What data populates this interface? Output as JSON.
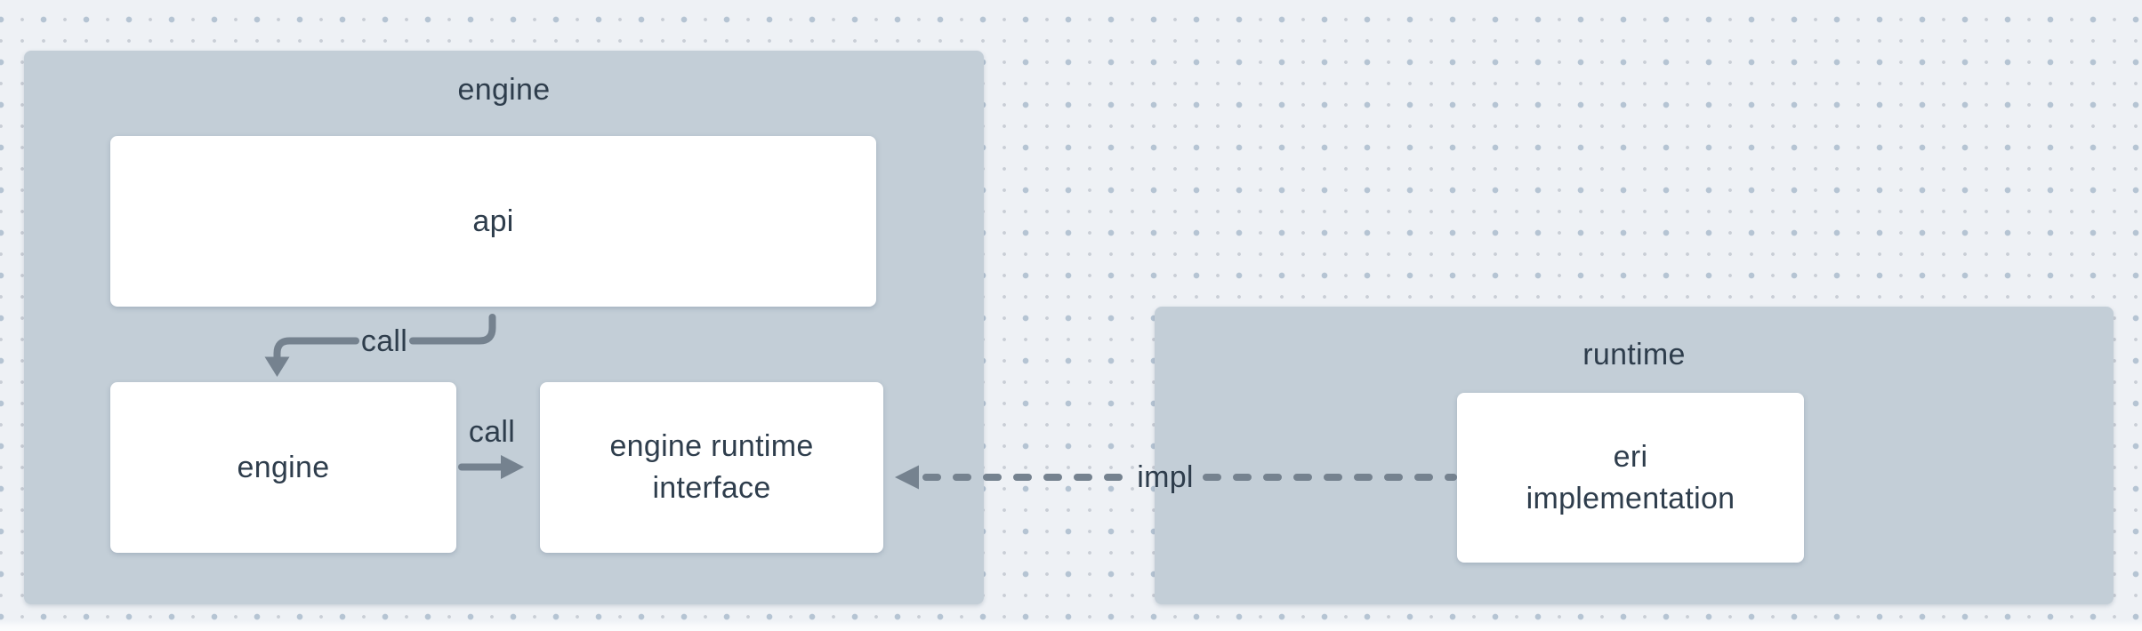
{
  "diagram": {
    "groups": [
      {
        "id": "engine",
        "title": "engine"
      },
      {
        "id": "runtime",
        "title": "runtime"
      }
    ],
    "nodes": [
      {
        "id": "api",
        "label": [
          "api"
        ]
      },
      {
        "id": "engine",
        "label": [
          "engine"
        ]
      },
      {
        "id": "engine-runtime-interface",
        "label": [
          "engine runtime",
          "interface"
        ]
      },
      {
        "id": "eri-implementation",
        "label": [
          "eri",
          "implementation"
        ]
      }
    ],
    "edges": [
      {
        "id": "call-api-to-engine",
        "label": "call",
        "style": "solid",
        "direction": "down"
      },
      {
        "id": "call-engine-to-eri",
        "label": "call",
        "style": "solid",
        "direction": "right"
      },
      {
        "id": "impl-eri-implementation-to-eri",
        "label": "impl",
        "style": "dashed",
        "direction": "left"
      }
    ],
    "colors": {
      "background": "#eef1f5",
      "container_fill": "#c3ced7",
      "node_fill": "#ffffff",
      "text": "#2e3d4c",
      "arrow": "#75828f",
      "dot_small": "#c9ced6",
      "dot_large": "#b5c4d3"
    }
  }
}
